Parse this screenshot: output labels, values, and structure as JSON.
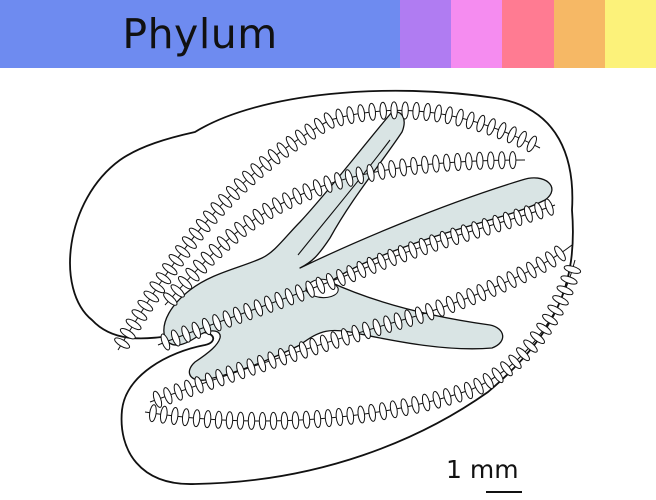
{
  "header": {
    "title": "Phylum",
    "main_color": "#6e8bf0",
    "swatches": [
      {
        "name": "purple",
        "color": "#b07cf2"
      },
      {
        "name": "pink",
        "color": "#f58cf0"
      },
      {
        "name": "rose",
        "color": "#ff7b92"
      },
      {
        "name": "orange",
        "color": "#f6b865"
      },
      {
        "name": "yellow",
        "color": "#fcf27a"
      }
    ]
  },
  "figure": {
    "subject": "organism-illustration",
    "body_fill": "#ffffff",
    "gut_fill": "#d9e4e4",
    "outline_color": "#111111"
  },
  "scale": {
    "label": "1 mm"
  }
}
